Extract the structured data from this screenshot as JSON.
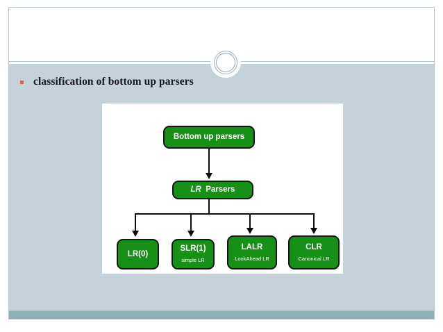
{
  "slide": {
    "title": "classification of bottom up parsers",
    "bullet_icon": "square-bullet-icon",
    "decoration_icon": "double-ring-icon",
    "colors": {
      "slide_background": "#c6d2da",
      "header_background": "#ffffff",
      "canvas_background": "#ffffff",
      "bullet": "#d06a4e",
      "node_fill": "#169016",
      "node_border": "#141414",
      "node_text": "#ffffff",
      "connector": "#0d0d0d",
      "footer_bar": "#8fb0b2"
    }
  },
  "diagram": {
    "type": "flowchart",
    "root": {
      "id": "bottom-up-parsers",
      "label": "Bottom up parsers"
    },
    "intermediate": {
      "id": "lr-parsers",
      "label_italic": "LR",
      "label_regular": "Parsers"
    },
    "leaves": [
      {
        "id": "lr0",
        "label": "LR(0)",
        "sublabel": ""
      },
      {
        "id": "slr1",
        "label": "SLR(1)",
        "sublabel": "simple LR"
      },
      {
        "id": "lalr",
        "label": "LALR",
        "sublabel": "LookAhead LR"
      },
      {
        "id": "clr",
        "label": "CLR",
        "sublabel": "Canonical LR"
      }
    ]
  }
}
